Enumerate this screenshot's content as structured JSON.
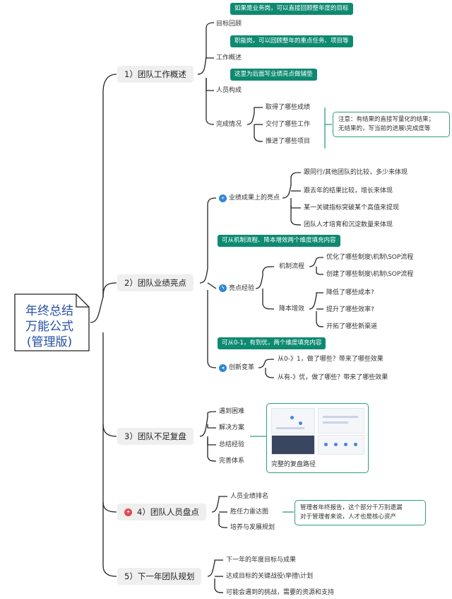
{
  "root": {
    "line1": "年终总结",
    "line2": "万能公式",
    "line3": "(管理版)"
  },
  "branches": [
    {
      "label": "1）团队工作概述"
    },
    {
      "label": "2）团队业绩亮点"
    },
    {
      "label": "3）团队不足复盘"
    },
    {
      "label": "4）团队人员盘点"
    },
    {
      "label": "5）下一年团队规划"
    }
  ],
  "b1": {
    "items": [
      "目标回顾",
      "工作概述",
      "人员构成",
      "完成情况"
    ],
    "callouts": [
      "如果是业务岗，可以直接回顾整年度的目标",
      "职能岗，可以回顾整年的重点任务、项目等",
      "这里为后面写业绩亮点做铺垫"
    ],
    "completion": [
      "取得了哪些成绩",
      "交付了哪些工作",
      "推进了哪些项目"
    ],
    "note": [
      "注意：有结果的直接写量化的结果；",
      "无结果的，写当前的进展\\完成度等"
    ]
  },
  "b2": {
    "perf_label": "业绩成果上的亮点",
    "perf_items": [
      "跟同行/其他团队的比较，多少来体现",
      "跟去年的结果比较，增长来体现",
      "某一关键指标突破某个高值来提现",
      "团队人才培育和沉淀数量来体现"
    ],
    "callout1": "可从机制流程、降本增效两个维度填充内容",
    "exp_label": "亮点经验",
    "mech_label": "机制流程",
    "mech_items": [
      "优化了哪些制度\\机制\\SOP流程",
      "创建了哪些制度\\机制\\SOP流程"
    ],
    "cost_label": "降本增效",
    "cost_items": [
      "降低了哪些成本?",
      "提升了哪些效率?",
      "开拓了哪些新渠道"
    ],
    "callout2": "可从0-1，有到优，两个维度填充内容",
    "innov_label": "创新变革",
    "innov_items": [
      "从0-》1，做了哪些？带来了哪些效果",
      "从有-》优，做了哪些？带来了哪些效果"
    ]
  },
  "b3": {
    "items": [
      "遇到困难",
      "解决方案",
      "总结经验",
      "完善体系"
    ],
    "image_caption": "完整的复盘路径"
  },
  "b4": {
    "items": [
      "人员业绩排名",
      "胜任力雷达图",
      "培养与发展规划"
    ],
    "note": [
      "管理者年终报告，这个部分千万别遗漏",
      "对于管理者来说，人才也是核心资产"
    ]
  },
  "b5": {
    "items": [
      "下一年的年度目标与成果",
      "达成目标的关键战役\\举措\\计划",
      "可能会遇到的挑战，需要的资源和支持"
    ]
  },
  "colors": {
    "accent": "#0e8a71",
    "root_text": "#2550a5",
    "line": "#222222"
  }
}
